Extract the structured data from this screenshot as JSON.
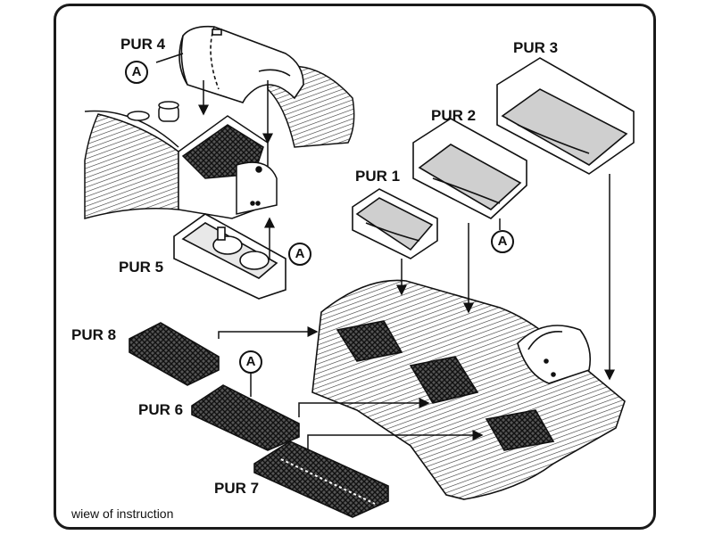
{
  "parts": {
    "pur1": "PUR 1",
    "pur2": "PUR 2",
    "pur3": "PUR 3",
    "pur4": "PUR 4",
    "pur5": "PUR 5",
    "pur6": "PUR 6",
    "pur7": "PUR 7",
    "pur8": "PUR 8"
  },
  "callout_letter": "A",
  "caption": "wiew of instruction"
}
